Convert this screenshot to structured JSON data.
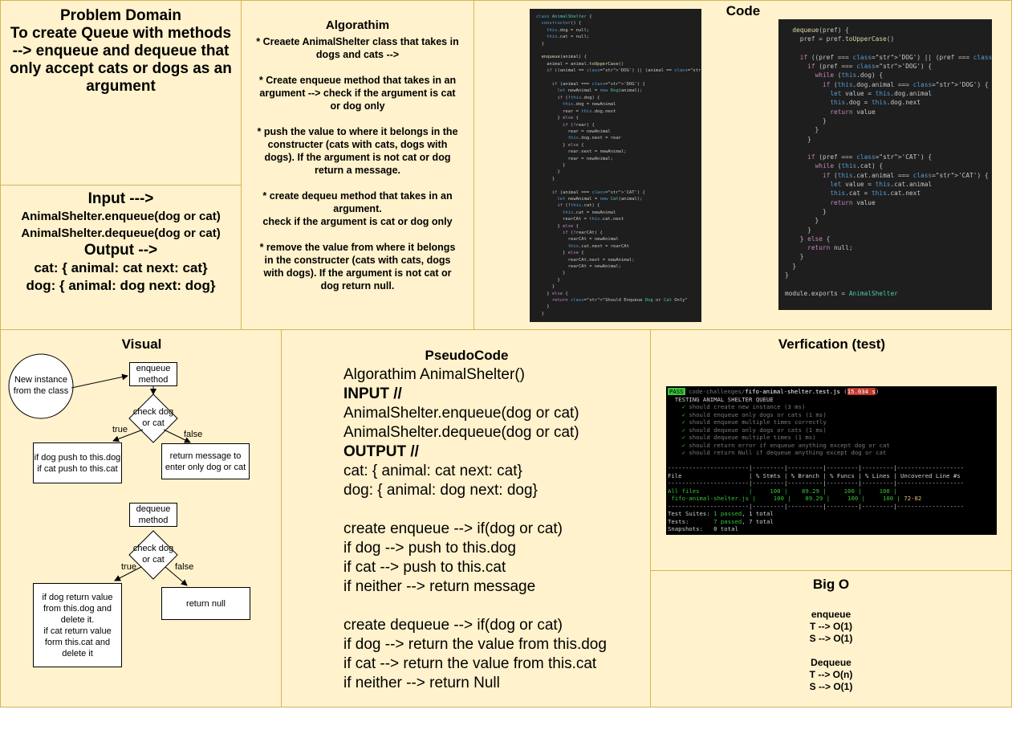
{
  "problem": {
    "title": "Problem Domain",
    "lines": [
      "To create Queue with methods",
      "--> enqueue and dequeue that",
      "only accept cats or dogs as an",
      "argument"
    ]
  },
  "io": {
    "input_title": "Input --->",
    "input_lines": [
      "AnimalShelter.enqueue(dog or cat)",
      "AnimalShelter.dequeue(dog or cat)"
    ],
    "output_title": "Output -->",
    "output_lines": [
      "cat: { animal: cat next: cat}",
      "dog: { animal: dog next: dog}"
    ]
  },
  "algorithm": {
    "title": "Algorathim",
    "paragraphs": [
      [
        "* Creaete AnimalShelter class that takes in",
        "dogs and cats -->"
      ],
      [
        "* Create enqueue method that takes in an",
        "argument --> check if the argument is cat",
        "or dog only"
      ],
      [
        "* push the value to where it belongs in the",
        "constructer (cats with cats, dogs with",
        "dogs). If the argument is not cat or dog",
        "return a message."
      ],
      [
        "* create dequeu method that takes in an",
        "argument.",
        "check if the argument is cat or dog only"
      ],
      [
        "* remove the value from where it belongs",
        "in the constructer (cats with cats, dogs",
        "with dogs). If the argument is not cat or",
        "dog return null."
      ]
    ]
  },
  "code": {
    "title": "Code",
    "left_lines": [
      "class AnimalShelter {",
      "  constructor() {",
      "    this.dog = null;",
      "    this.cat = null;",
      "  }",
      "",
      "  enqueue(animal) {",
      "    animal = animal.toUpperCase()",
      "    if ((animal == 'DOG') || (animal == 'CAT')) {",
      "",
      "      if (animal === 'DOG') {",
      "        let newAnimal = new Dog(animal);",
      "        if (!this.dog) {",
      "          this.dog = newAnimal",
      "          rear = this.dog.next",
      "        } else {",
      "          if (!rear) {",
      "            rear = newAnimal",
      "            this.dog.next = rear",
      "          } else {",
      "            rear.next = newAnimal;",
      "            rear = newAnimal;",
      "          }",
      "        }",
      "      }",
      "",
      "      if (animal === 'CAT') {",
      "        let newAnimal = new Cat(animal);",
      "        if (!this.cat) {",
      "          this.cat = newAnimal",
      "          rearCAt = this.cat.next",
      "        } else {",
      "          if (!rearCAt) {",
      "            rearCAt = newAnimal",
      "            this.cat.next = rearCAt",
      "          } else {",
      "            rearCAt.next = newAnimal;",
      "            rearCAt = newAnimal;",
      "          }",
      "        }",
      "      }",
      "    } else {",
      "      return \"Should Enqueue Dog or Cat Only\"",
      "    }",
      "  }"
    ],
    "right_lines": [
      "  dequeue(pref) {",
      "    pref = pref.toUpperCase()",
      "",
      "    if ((pref === 'DOG') || (pref === 'CAT')) {",
      "      if (pref === 'DOG') {",
      "        while (this.dog) {",
      "          if (this.dog.animal === 'DOG') {",
      "            let value = this.dog.animal",
      "            this.dog = this.dog.next",
      "            return value",
      "          }",
      "        }",
      "      }",
      "",
      "      if (pref === 'CAT') {",
      "        while (this.cat) {",
      "          if (this.cat.animal === 'CAT') {",
      "            let value = this.cat.animal",
      "            this.cat = this.cat.next",
      "            return value",
      "          }",
      "        }",
      "      }",
      "    } else {",
      "      return null;",
      "    }",
      "  }",
      "}",
      "",
      "module.exports = AnimalShelter"
    ]
  },
  "visual": {
    "title": "Visual",
    "new_instance": "New instance from the class",
    "enqueue_method": "enqueue method",
    "check1": "check dog or cat",
    "true1": "true",
    "false1": "false",
    "true_box1": "if dog push to this.dog if cat push to this.cat",
    "false_box1": "return message to enter only dog or cat",
    "dequeue_method": "dequeue method",
    "check2": "check dog or cat",
    "true2": "true",
    "false2": "false",
    "true_box2": "if dog return value from this.dog and delete it.\nif cat return value form this.cat and delete it",
    "false_box2": "return null"
  },
  "pseudo": {
    "title": "PseudoCode",
    "lines": [
      {
        "text": "Algorathim AnimalShelter()",
        "bold": false
      },
      {
        "text": "INPUT //",
        "bold": true
      },
      {
        "text": "AnimalShelter.enqueue(dog or cat)",
        "bold": false
      },
      {
        "text": "AnimalShelter.dequeue(dog or cat)",
        "bold": false
      },
      {
        "text": "OUTPUT //",
        "bold": true
      },
      {
        "text": "cat: { animal: cat next: cat}",
        "bold": false
      },
      {
        "text": "dog: { animal: dog next: dog}",
        "bold": false
      },
      {
        "text": "",
        "bold": false
      },
      {
        "text": "create enqueue --> if(dog or cat)",
        "bold": false
      },
      {
        "text": "if dog --> push to this.dog",
        "bold": false
      },
      {
        "text": "if cat --> push to this.cat",
        "bold": false
      },
      {
        "text": "if neither --> return message",
        "bold": false
      },
      {
        "text": "",
        "bold": false
      },
      {
        "text": "create dequeue --> if(dog or cat)",
        "bold": false
      },
      {
        "text": "if dog --> return the value from this.dog",
        "bold": false
      },
      {
        "text": "if cat --> return the value from this.cat",
        "bold": false
      },
      {
        "text": "if neither --> return Null",
        "bold": false
      }
    ]
  },
  "verification": {
    "title": "Verfication (test)",
    "pass_badge": "PASS",
    "file_dir": "code-challenges/",
    "file_name": "fifo-animal-shelter.test.js",
    "time": "15.034 s",
    "suite": "TESTING ANIMAL SHELTER QUEUE",
    "tests": [
      "✓ should create new instance (3 ms)",
      "✓ should enqueue only dogs or cats (1 ms)",
      "✓ should enqueue multiple times correctly",
      "✓ should dequeue only dogs or cats (1 ms)",
      "✓ should dequeue multiple times (1 ms)",
      "✓ should return error if enqueue anything except dog or cat",
      "✓ should return Null if dequeue anything except dog or cat"
    ],
    "table_header": "File                   | % Stmts | % Branch | % Funcs | % Lines | Uncovered Line #s",
    "row_all": "All files              |     100 |    89.29 |     100 |     100 |",
    "row_file": " fifo-animal-shelter.js |     100 |    89.29 |     100 |     100 | 72-82",
    "suites_line": "Test Suites: 1 passed, 1 total",
    "tests_line": "Tests:       7 passed, 7 total",
    "snapshots_line": "Snapshots:   0 total"
  },
  "bigo": {
    "title": "Big O",
    "enqueue_label": "enqueue",
    "enqueue_t": "T --> O(1)",
    "enqueue_s": "S --> O(1)",
    "dequeue_label": "Dequeue",
    "dequeue_t": "T --> O(n)",
    "dequeue_s": "S --> O(1)"
  }
}
